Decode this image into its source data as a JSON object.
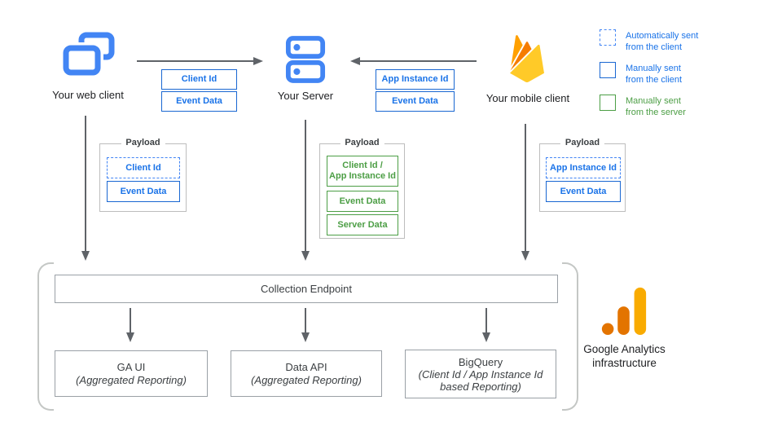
{
  "clients": {
    "web": {
      "label": "Your web client"
    },
    "server": {
      "label": "Your Server"
    },
    "mobile": {
      "label": "Your mobile client"
    }
  },
  "edges": {
    "web_to_server": {
      "params": [
        "Client Id",
        "Event Data"
      ]
    },
    "mobile_to_server": {
      "params": [
        "App Instance Id",
        "Event Data"
      ]
    }
  },
  "payloads": {
    "web": {
      "title": "Payload",
      "items": [
        {
          "label": "Client Id",
          "style": "auto-client"
        },
        {
          "label": "Event Data",
          "style": "manual-client"
        }
      ]
    },
    "server": {
      "title": "Payload",
      "items": [
        {
          "label": "Client Id /\nApp Instance Id",
          "style": "manual-server"
        },
        {
          "label": "Event Data",
          "style": "manual-server"
        },
        {
          "label": "Server Data",
          "style": "manual-server"
        }
      ]
    },
    "mobile": {
      "title": "Payload",
      "items": [
        {
          "label": "App Instance Id",
          "style": "auto-client"
        },
        {
          "label": "Event Data",
          "style": "manual-client"
        }
      ]
    }
  },
  "legend": {
    "items": [
      {
        "label": "Automatically sent\nfrom the client",
        "style": "auto-client",
        "text_color": "blue"
      },
      {
        "label": "Manually sent\nfrom the client",
        "style": "manual-client",
        "text_color": "blue"
      },
      {
        "label": "Manually sent\nfrom the server",
        "style": "manual-server",
        "text_color": "green"
      }
    ]
  },
  "infrastructure": {
    "endpoint_label": "Collection Endpoint",
    "outputs": [
      {
        "title": "GA UI",
        "subtitle": "(Aggregated Reporting)"
      },
      {
        "title": "Data API",
        "subtitle": "(Aggregated Reporting)"
      },
      {
        "title": "BigQuery",
        "subtitle": "(Client Id / App Instance Id\nbased Reporting)"
      }
    ],
    "brand": "Google Analytics\ninfrastructure"
  },
  "colors": {
    "blue_icon": "#4285F4",
    "blue_border": "#1967D2",
    "blue_text": "#1A73E8",
    "green": "#4C9E45",
    "arrow_gray": "#5F6368",
    "box_border_gray": "#9AA0A6",
    "payload_border_gray": "#BDBDBD",
    "bracket_gray": "#C4C7C5",
    "firebase_amber": "#FFA000",
    "firebase_orange": "#F57C00",
    "firebase_yellow": "#FFCA28",
    "ga_amber": "#F9AB00",
    "ga_orange": "#E37400"
  }
}
